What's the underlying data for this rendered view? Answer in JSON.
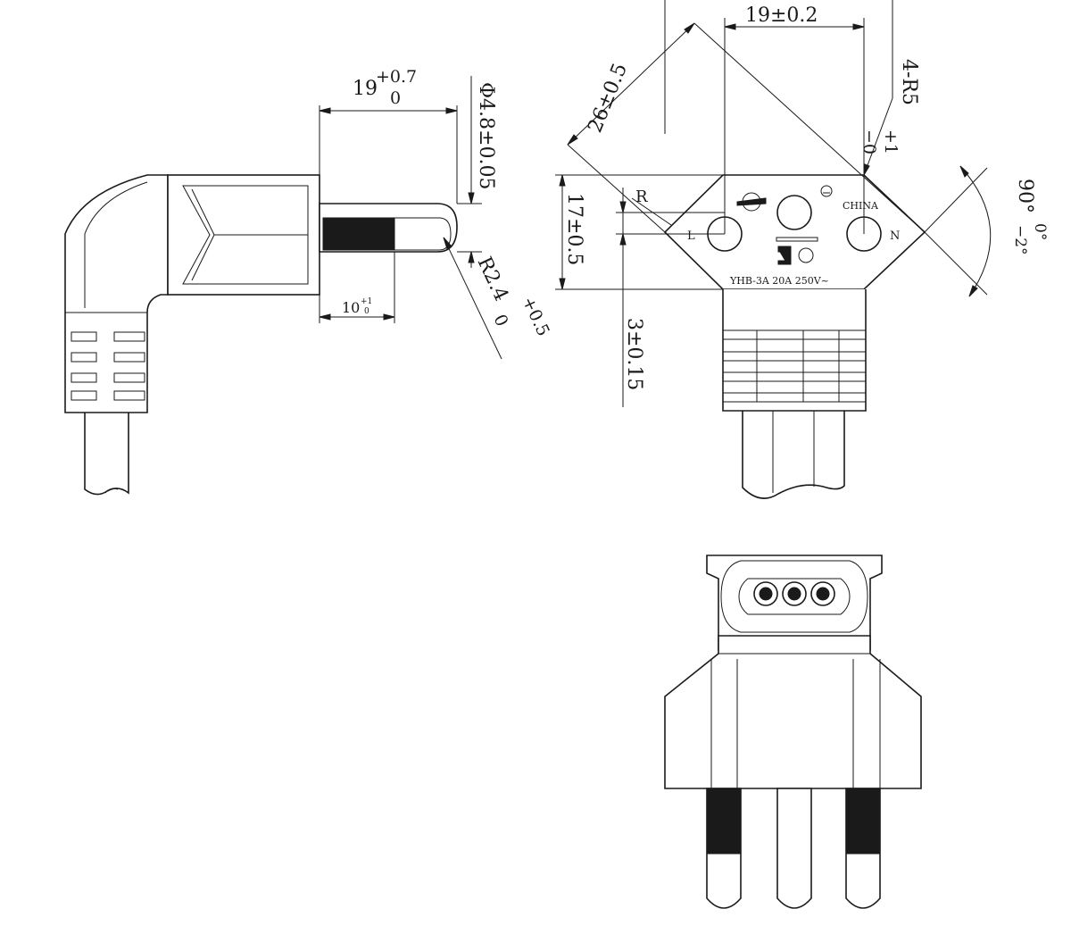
{
  "side_view": {
    "pin_length": "19",
    "pin_length_tol_upper": "+0.7",
    "pin_length_tol_lower": "0",
    "pin_diameter": "Φ4.8±0.05",
    "tip_radius": "R2.4",
    "tip_radius_tol_upper": "+0.5",
    "tip_radius_tol_lower": "0",
    "insulation_length": "10",
    "insulation_tol_upper": "+1",
    "insulation_tol_lower": "0"
  },
  "front_view": {
    "pin_spacing": "19±0.2",
    "diagonal": "26±0.5",
    "corner_radius": "4-R5",
    "corner_radius_tol_upper": "+1",
    "corner_radius_tol_lower": "−0",
    "radius_label": "R",
    "height": "17±0.5",
    "offset": "3±0.15",
    "angle": "90°",
    "angle_tol_upper": "0°",
    "angle_tol_lower": "−2°",
    "label_live": "L",
    "label_neutral": "N",
    "label_origin": "CHINA",
    "rating": "YHB-3A  20A  250V~"
  },
  "colors": {
    "line": "#1a1a1a",
    "background": "#ffffff"
  }
}
